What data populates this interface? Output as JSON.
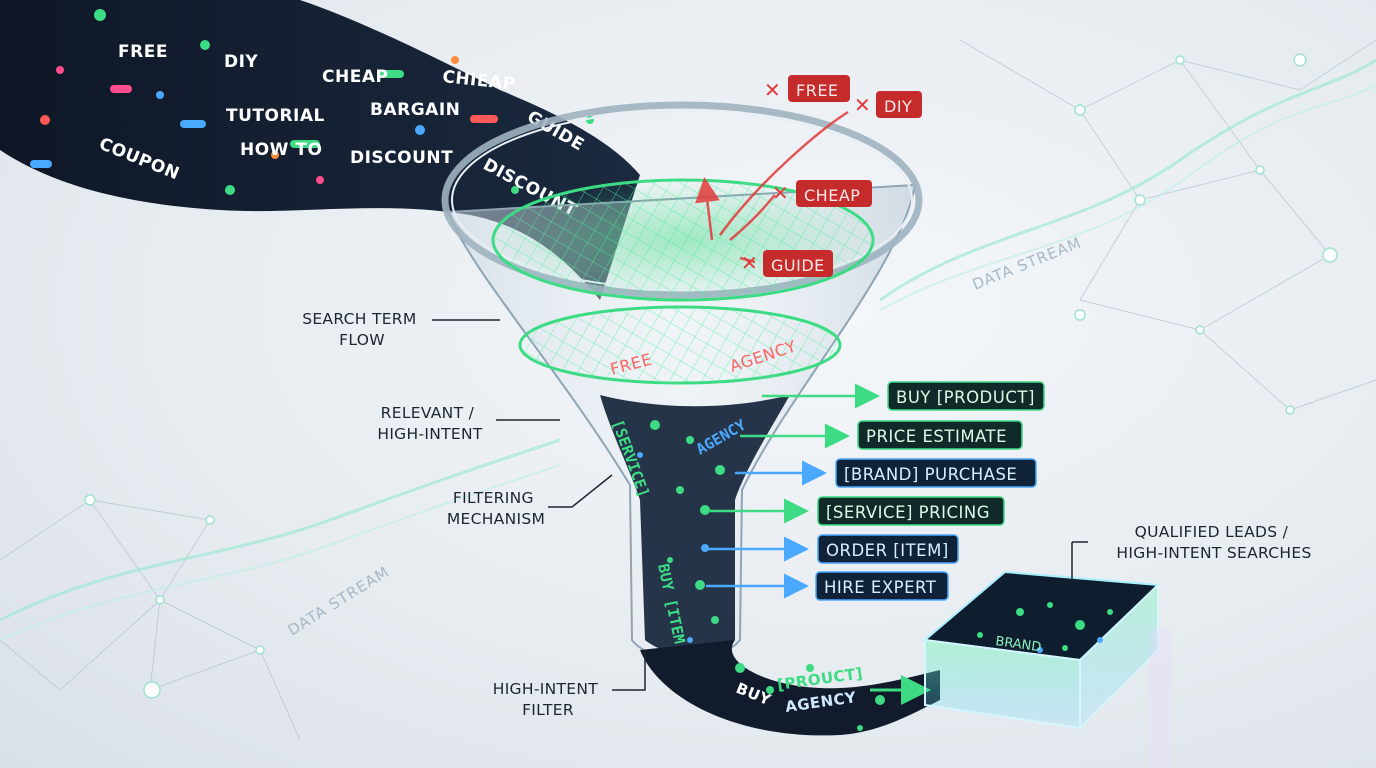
{
  "incoming_terms": [
    "FREE",
    "DIY",
    "CHEAP",
    "CHIEAP",
    "TUTORIAL",
    "BARGAIN",
    "GUIDE",
    "COUPON",
    "HOW TO",
    "DISCOUNT",
    "DISCOUNT"
  ],
  "rejected_terms": [
    "FREE",
    "DIY",
    "CHEAP",
    "GUIDE"
  ],
  "in_filter_terms": [
    "FREE",
    "AGENCY"
  ],
  "funnel_words": [
    "[SERVICE]",
    "AGENCY",
    "BUY [ITEM"
  ],
  "annotations": {
    "search_term_flow": [
      "SEARCH TERM",
      "FLOW"
    ],
    "relevant": [
      "RELEVANT /",
      "HIGH-INTENT"
    ],
    "filtering": [
      "FILTERING",
      "MECHANISM"
    ],
    "high_intent_filter": [
      "HIGH-INTENT",
      "FILTER"
    ],
    "qualified": [
      "QUALIFIED LEADS /",
      "HIGH-INTENT SEARCHES"
    ]
  },
  "high_intent_terms": [
    {
      "label": "BUY [PRODUCT]",
      "color": "#3ddc84"
    },
    {
      "label": "PRICE ESTIMATE",
      "color": "#3ddc84"
    },
    {
      "label": "[BRAND] PURCHASE",
      "color": "#4aa8ff"
    },
    {
      "label": "[SERVICE] PRICING",
      "color": "#3ddc84"
    },
    {
      "label": "ORDER [ITEM]",
      "color": "#4aa8ff"
    },
    {
      "label": "HIRE EXPERT",
      "color": "#4aa8ff"
    }
  ],
  "output_stream_words": [
    "BUY",
    "[PROUCT]",
    "AGENCY"
  ],
  "box_label": "BRAND",
  "data_stream_labels": [
    "DATA STREAM",
    "DATA STREAM"
  ],
  "colors": {
    "reject_red": "#c62b2b",
    "accent_green": "#3ddc84",
    "accent_blue": "#4aa8ff",
    "dark_stream": "#141d2e"
  }
}
